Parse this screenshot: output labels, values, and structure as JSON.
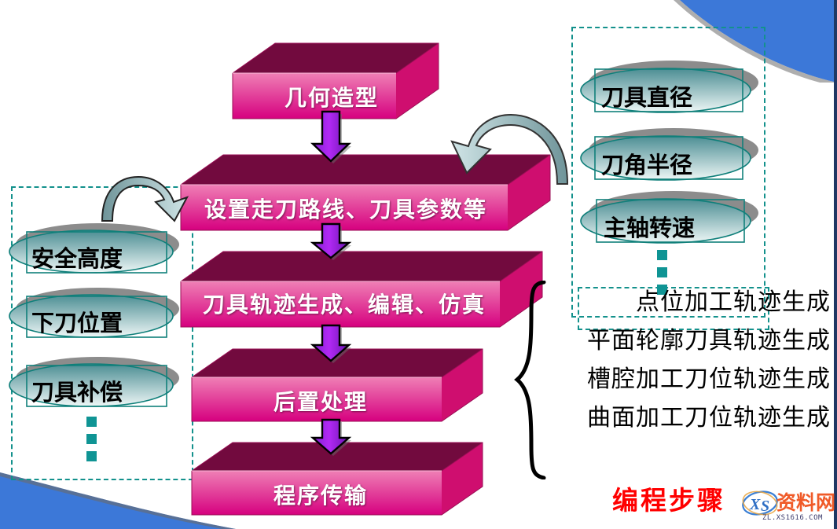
{
  "slide": {
    "title_caption": "编程步骤",
    "caption_color": "#ff0000"
  },
  "flow": {
    "boxes": [
      {
        "label": "几何造型",
        "name": "box-geometry-modeling"
      },
      {
        "label": "设置走刀路线、刀具参数等",
        "name": "box-set-toolpath-params"
      },
      {
        "label": "刀具轨迹生成、编辑、仿真",
        "name": "box-toolpath-generate-edit-simulate"
      },
      {
        "label": "后置处理",
        "name": "box-post-processing"
      },
      {
        "label": "程序传输",
        "name": "box-program-transfer"
      }
    ],
    "arrow_count": 4,
    "box_top_color": "#720a3e",
    "box_face_color_light": "#e85fa0",
    "box_face_color_dark": "#d6007f",
    "box_side_color": "#cf0e6f",
    "arrow_color_light": "#b01ef0",
    "arrow_color_dark": "#5b189c"
  },
  "left_group": {
    "items": [
      {
        "label": "安全高度"
      },
      {
        "label": "下刀位置"
      },
      {
        "label": "刀具补偿"
      }
    ],
    "dots": 3
  },
  "right_group": {
    "items": [
      {
        "label": "刀具直径"
      },
      {
        "label": "刀角半径"
      },
      {
        "label": "主轴转速"
      }
    ],
    "dots": 3
  },
  "ellipse_style": {
    "fill_top": "#4b8d93",
    "fill_bottom": "#e8f4f3",
    "stroke": "#0f7f7a",
    "shadow": "#8c8c8c"
  },
  "trajectory_list": {
    "lines": [
      "点位加工轨迹生成",
      "平面轮廓刀具轨迹生成",
      "槽腔加工刀位轨迹生成",
      "曲面加工刀位轨迹生成"
    ]
  },
  "watermark": {
    "logo_text": "XS",
    "brand": "资料网",
    "url": "ZL.XS1616.COM"
  },
  "decor": {
    "corner_top_right": "blue-swoosh",
    "corner_bottom_left": "blue-swoosh",
    "accent_blue": "#3c78d8",
    "accent_navy": "#1f3864",
    "dash_color": "#13918c"
  }
}
